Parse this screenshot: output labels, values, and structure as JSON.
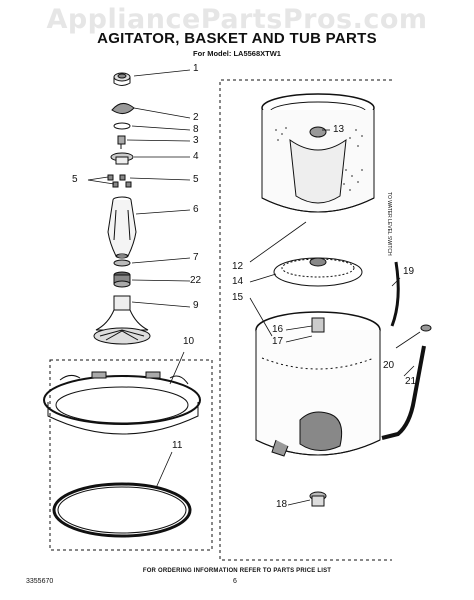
{
  "watermark": "AppliancePartsPros.com",
  "title": "AGITATOR, BASKET AND TUB PARTS",
  "subtitle": "For Model: LA5568XTW1",
  "side_note": "TO WATER LEVEL SWITCH",
  "footer": "FOR ORDERING INFORMATION REFER TO PARTS PRICE LIST",
  "doc_number": "3355670",
  "page_number": "6",
  "callouts": [
    {
      "id": "c1",
      "text": "1"
    },
    {
      "id": "c2",
      "text": "2"
    },
    {
      "id": "c8",
      "text": "8"
    },
    {
      "id": "c3",
      "text": "3"
    },
    {
      "id": "c4",
      "text": "4"
    },
    {
      "id": "c5l",
      "text": "5"
    },
    {
      "id": "c5r",
      "text": "5"
    },
    {
      "id": "c6",
      "text": "6"
    },
    {
      "id": "c7",
      "text": "7"
    },
    {
      "id": "c22",
      "text": "22"
    },
    {
      "id": "c9",
      "text": "9"
    },
    {
      "id": "c10",
      "text": "10"
    },
    {
      "id": "c11",
      "text": "11"
    },
    {
      "id": "c13",
      "text": "13"
    },
    {
      "id": "c12",
      "text": "12"
    },
    {
      "id": "c14",
      "text": "14"
    },
    {
      "id": "c15",
      "text": "15"
    },
    {
      "id": "c16",
      "text": "16"
    },
    {
      "id": "c17",
      "text": "17"
    },
    {
      "id": "c18",
      "text": "18"
    },
    {
      "id": "c19",
      "text": "19"
    },
    {
      "id": "c20",
      "text": "20"
    },
    {
      "id": "c21",
      "text": "21"
    }
  ]
}
